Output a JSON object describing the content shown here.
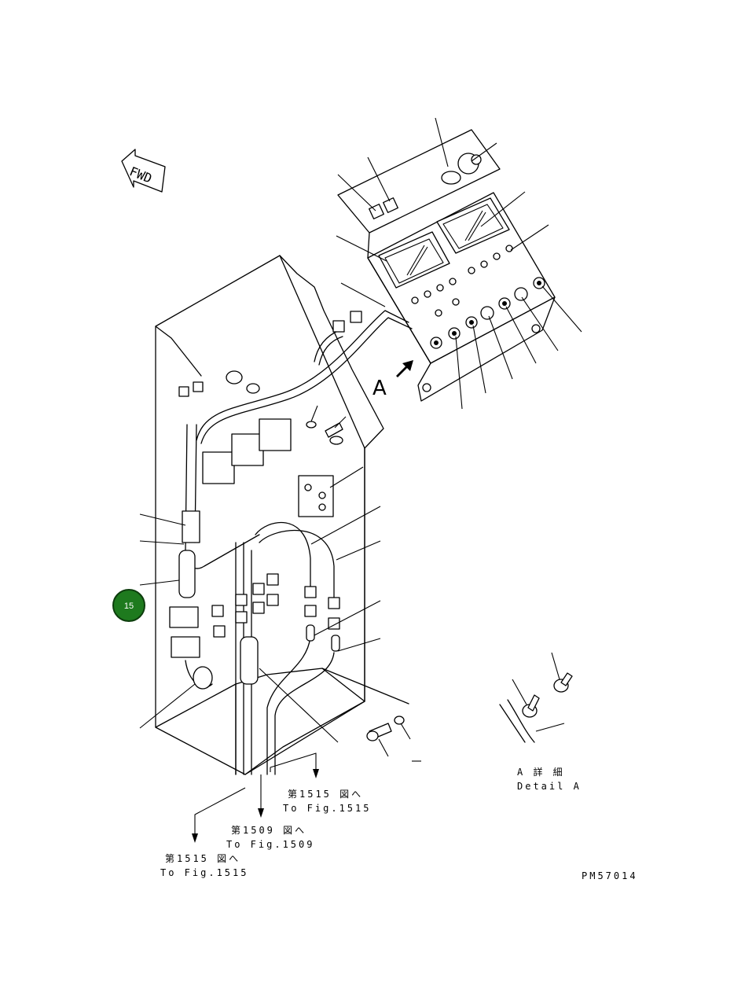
{
  "direction_label": "FWD",
  "view_marker": "A",
  "detail": {
    "label_jp": "A 詳 細",
    "label_en": "Detail A"
  },
  "references": [
    {
      "jp": "第1515 図へ",
      "en": "To Fig.1515"
    },
    {
      "jp": "第1509 図へ",
      "en": "To Fig.1509"
    },
    {
      "jp": "第1515 図へ",
      "en": "To Fig.1515"
    }
  ],
  "part_callout": {
    "number": "15",
    "color": "#1e7a1e"
  },
  "drawing_number": "PM57014"
}
